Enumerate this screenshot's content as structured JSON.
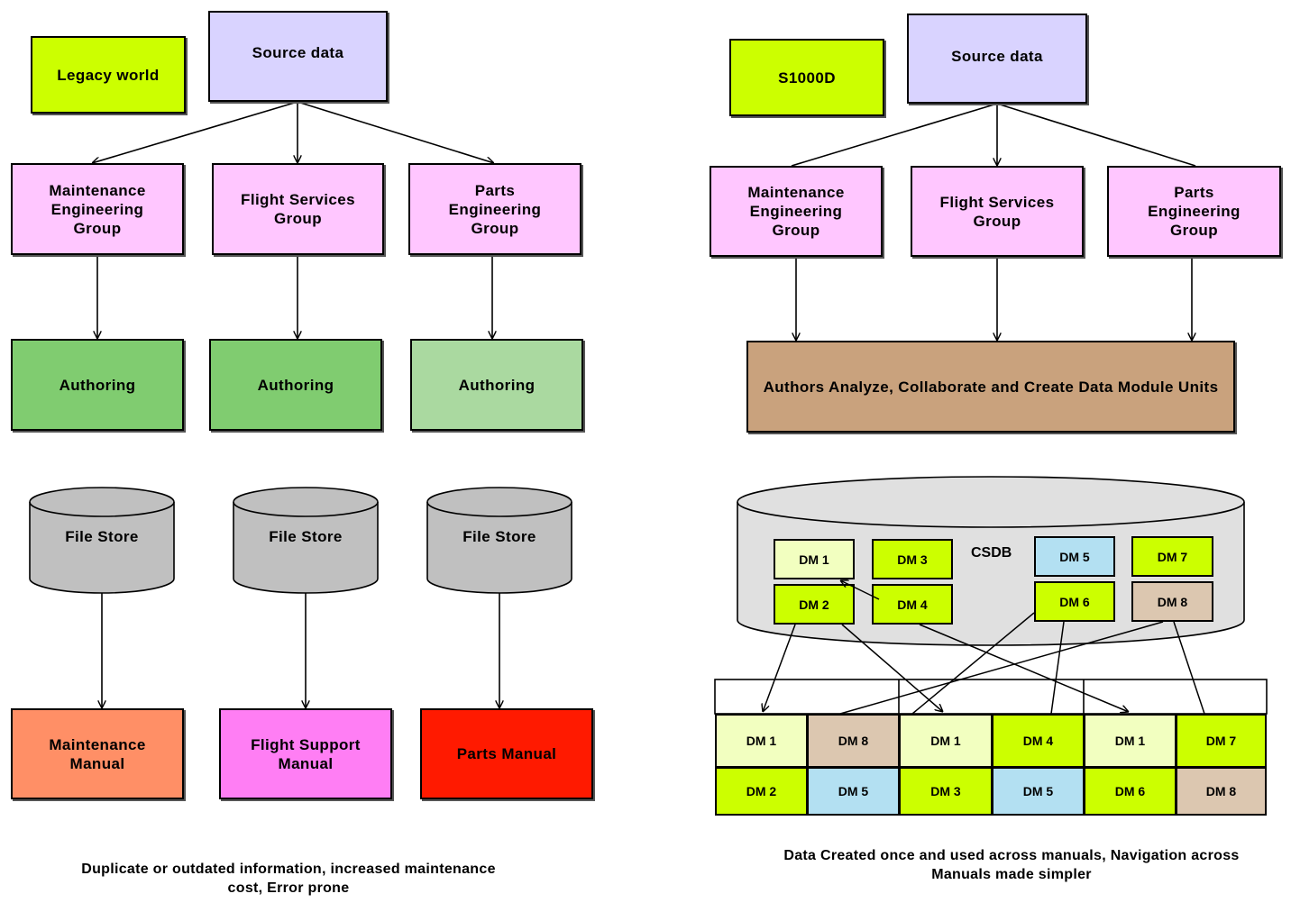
{
  "left": {
    "tag": "Legacy world",
    "source": "Source data",
    "groups": [
      "Maintenance\nEngineering\nGroup",
      "Flight Services\nGroup",
      "Parts\nEngineering\nGroup"
    ],
    "authoring": [
      "Authoring",
      "Authoring",
      "Authoring"
    ],
    "stores": [
      "File Store",
      "File Store",
      "File Store"
    ],
    "manuals": [
      "Maintenance\nManual",
      "Flight Support\nManual",
      "Parts Manual"
    ],
    "caption": "Duplicate or outdated information, increased maintenance\ncost, Error prone"
  },
  "right": {
    "tag": "S1000D",
    "source": "Source data",
    "groups": [
      "Maintenance\nEngineering\nGroup",
      "Flight Services\nGroup",
      "Parts\nEngineering\nGroup"
    ],
    "authors": "Authors Analyze, Collaborate and Create Data Module Units",
    "csdb": "CSDB",
    "csdb_modules": [
      "DM 1",
      "DM 2",
      "DM 3",
      "DM 4",
      "DM 5",
      "DM 6",
      "DM 7",
      "DM 8"
    ],
    "manual_cells": [
      "DM 1",
      "DM 8",
      "DM 1",
      "DM 4",
      "DM 1",
      "DM 7",
      "DM 2",
      "DM 5",
      "DM 3",
      "DM 5",
      "DM 6",
      "DM 8"
    ],
    "caption": "Data Created once and used across manuals, Navigation across\nManuals made simpler"
  },
  "colors": {
    "lime": "#ccff00",
    "lavender": "#d9d3ff",
    "pink": "#ffc6ff",
    "green": "#80cc70",
    "light_green": "#aad9a0",
    "tan": "#c9a27d",
    "salmon": "#ff8f66",
    "magenta": "#ff7ef4",
    "red": "#ff1a00",
    "gray": "#c0c0c0",
    "pale_yellow": "#f2ffc0",
    "light_blue": "#b3e0f2",
    "beige": "#dcc7b0"
  }
}
